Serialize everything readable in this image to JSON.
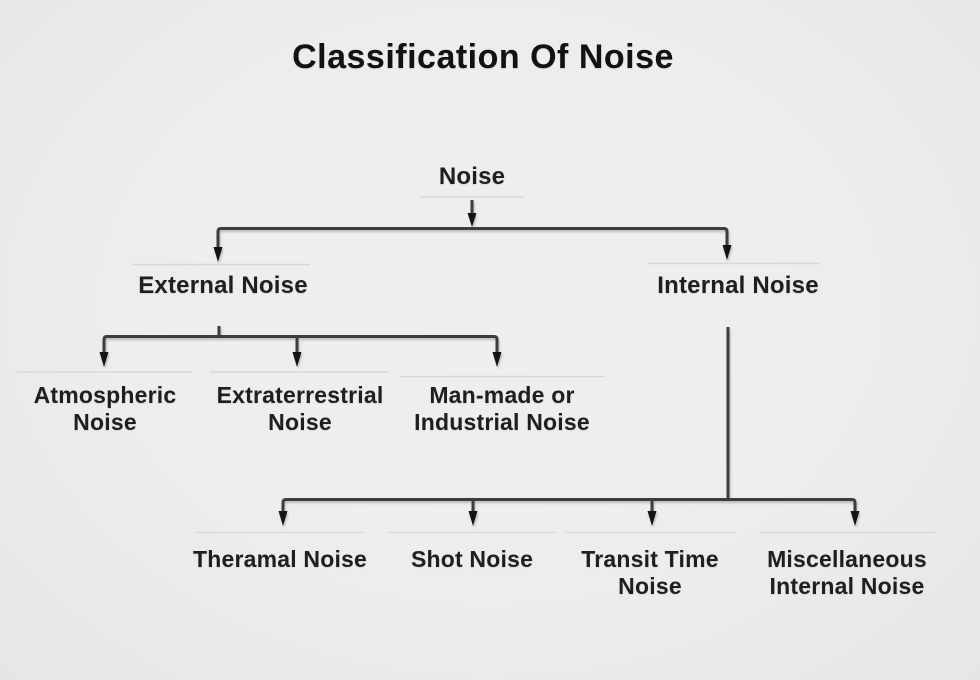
{
  "title": "Classification Of Noise",
  "tree": {
    "root": {
      "label": "Noise"
    },
    "branches": [
      {
        "label": "External Noise",
        "children": [
          {
            "label": "Atmospheric Noise"
          },
          {
            "label": "Extraterrestrial Noise"
          },
          {
            "label": "Man-made or Industrial Noise"
          }
        ]
      },
      {
        "label": "Internal Noise",
        "children": [
          {
            "label": "Theramal Noise"
          },
          {
            "label": "Shot Noise"
          },
          {
            "label": "Transit Time Noise"
          },
          {
            "label": "Miscellaneous Internal Noise"
          }
        ]
      }
    ]
  },
  "colors": {
    "background": "#ededec",
    "connector_line": "#3d3d3d",
    "arrowhead": "#141414",
    "separator_line": "#d8d8d8",
    "text": "#1f1f1f"
  }
}
